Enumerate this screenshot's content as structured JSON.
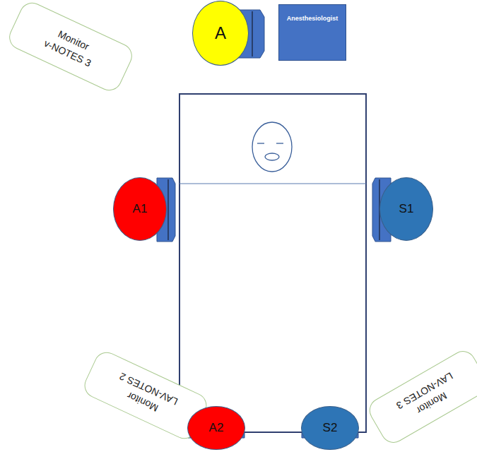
{
  "diagram": {
    "nodes": [
      {
        "text": [
          "Monitor",
          "v-NOTES 3"
        ]
      },
      {
        "text": [
          "A"
        ]
      },
      {
        "text": [
          "Anesthesiologist"
        ]
      },
      {
        "text": [
          "A1"
        ]
      },
      {
        "text": [
          "S1"
        ]
      },
      {
        "text": [
          "Monitor",
          "LAV-NOTES 2"
        ]
      },
      {
        "text": [
          "A2"
        ]
      },
      {
        "text": [
          "S2"
        ]
      },
      {
        "text": [
          "Monitor",
          "LAV-NOTES 3"
        ]
      }
    ]
  }
}
